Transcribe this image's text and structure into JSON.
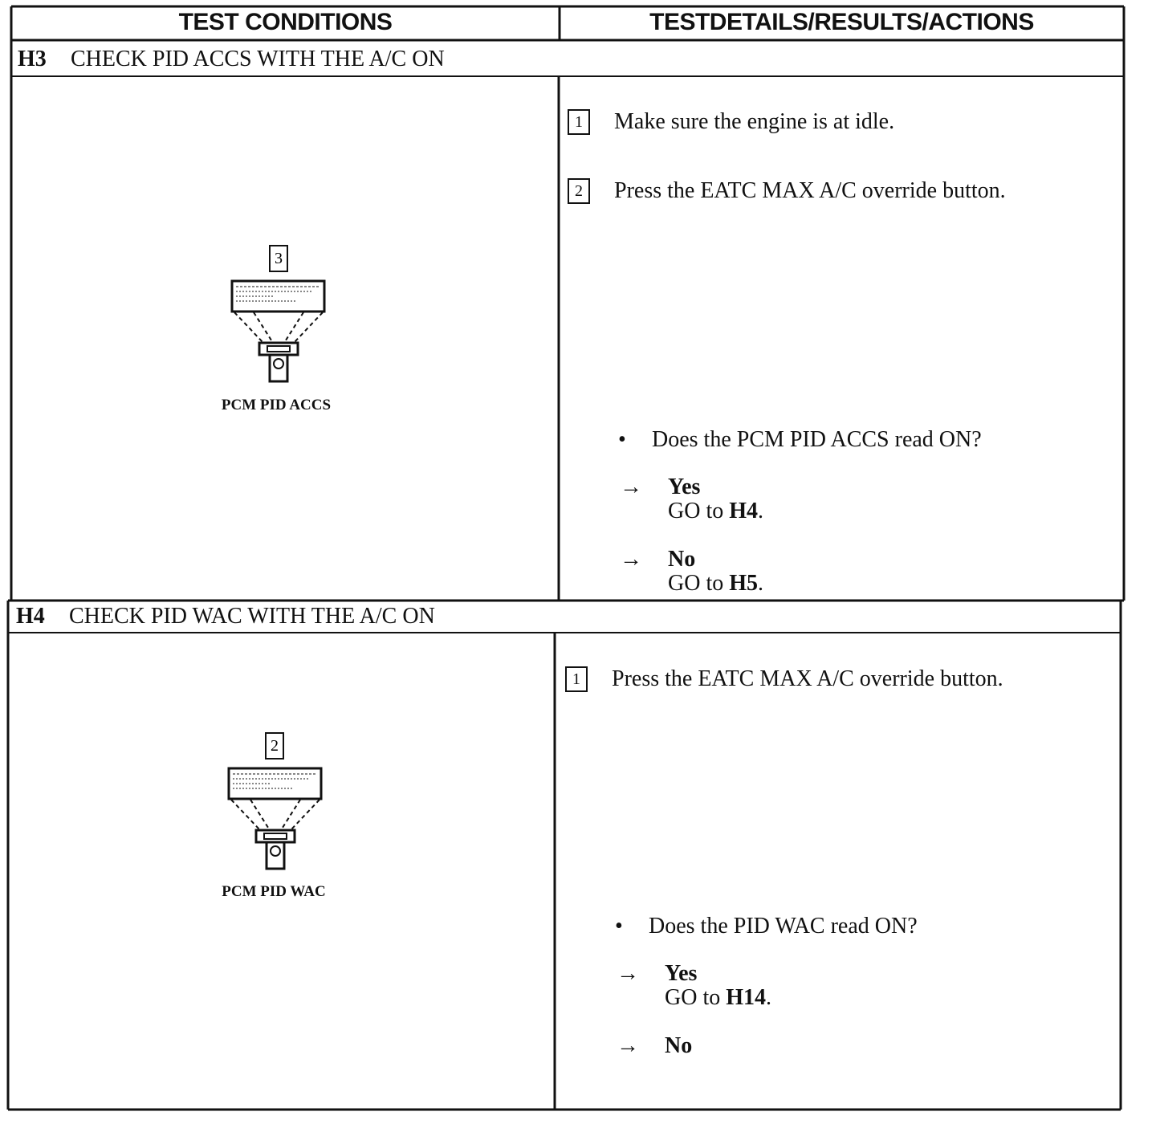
{
  "header": {
    "left": "TEST CONDITIONS",
    "right": "TESTDETAILS/RESULTS/ACTIONS"
  },
  "sections": [
    {
      "code": "H3",
      "title": "CHECK PID ACCS WITH THE A/C ON",
      "diagram": {
        "step": "3",
        "caption": "PCM PID ACCS"
      },
      "steps": [
        {
          "num": "1",
          "text": "Make sure the engine is at idle."
        },
        {
          "num": "2",
          "text": "Press the EATC MAX A/C override button."
        }
      ],
      "question_bullet": "•",
      "question": "Does the PCM PID ACCS read ON?",
      "answers": [
        {
          "arrow": "→",
          "label": "Yes",
          "go": "GO to ",
          "target": "H4",
          "end": "."
        },
        {
          "arrow": "→",
          "label": "No",
          "go": "GO to ",
          "target": "H5",
          "end": "."
        }
      ]
    },
    {
      "code": "H4",
      "title": "CHECK PID WAC WITH THE A/C ON",
      "diagram": {
        "step": "2",
        "caption": "PCM PID WAC"
      },
      "steps": [
        {
          "num": "1",
          "text": "Press the EATC MAX A/C override button."
        }
      ],
      "question_bullet": "•",
      "question": "Does the PID WAC read ON?",
      "answers": [
        {
          "arrow": "→",
          "label": "Yes",
          "go": "GO to ",
          "target": "H14",
          "end": "."
        },
        {
          "arrow": "→",
          "label": "No"
        }
      ]
    }
  ]
}
